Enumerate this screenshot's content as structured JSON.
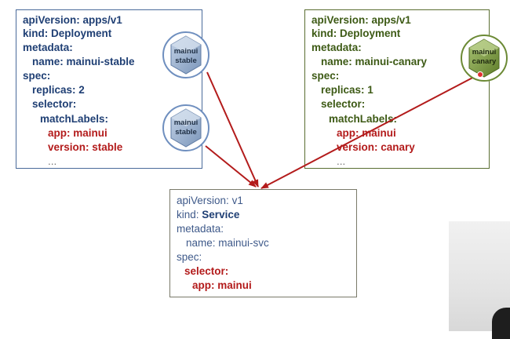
{
  "stable_deployment": {
    "lines": [
      "apiVersion: apps/v1",
      "kind: Deployment",
      "metadata:",
      "name: mainui-stable",
      "spec:",
      "replicas: 2",
      "selector:",
      "matchLabels:",
      "app: mainui",
      "version: stable",
      "..."
    ],
    "pods": [
      {
        "line1": "mainui",
        "line2": "stable"
      },
      {
        "line1": "mainui",
        "line2": "stable"
      }
    ]
  },
  "canary_deployment": {
    "lines": [
      "apiVersion: apps/v1",
      "kind: Deployment",
      "metadata:",
      "name: mainui-canary",
      "spec:",
      "replicas: 1",
      "selector:",
      "matchLabels:",
      "app: mainui",
      "version: canary",
      "..."
    ],
    "pod": {
      "line1": "mainui",
      "line2": "canary"
    }
  },
  "service": {
    "api_version_key": "apiVersion:",
    "api_version_val": "v1",
    "kind_key": "kind:",
    "kind_val": "Service",
    "metadata": "metadata:",
    "name": "name: mainui-svc",
    "spec": "spec:",
    "selector": "selector:",
    "app": "app: mainui"
  },
  "colors": {
    "stable_text": "#1f3f74",
    "canary_text": "#3d5a15",
    "highlight_red": "#b31b1b",
    "arrow": "#b31b1b",
    "stable_pod": "#8aa4c4",
    "canary_pod": "#7d9a45"
  }
}
